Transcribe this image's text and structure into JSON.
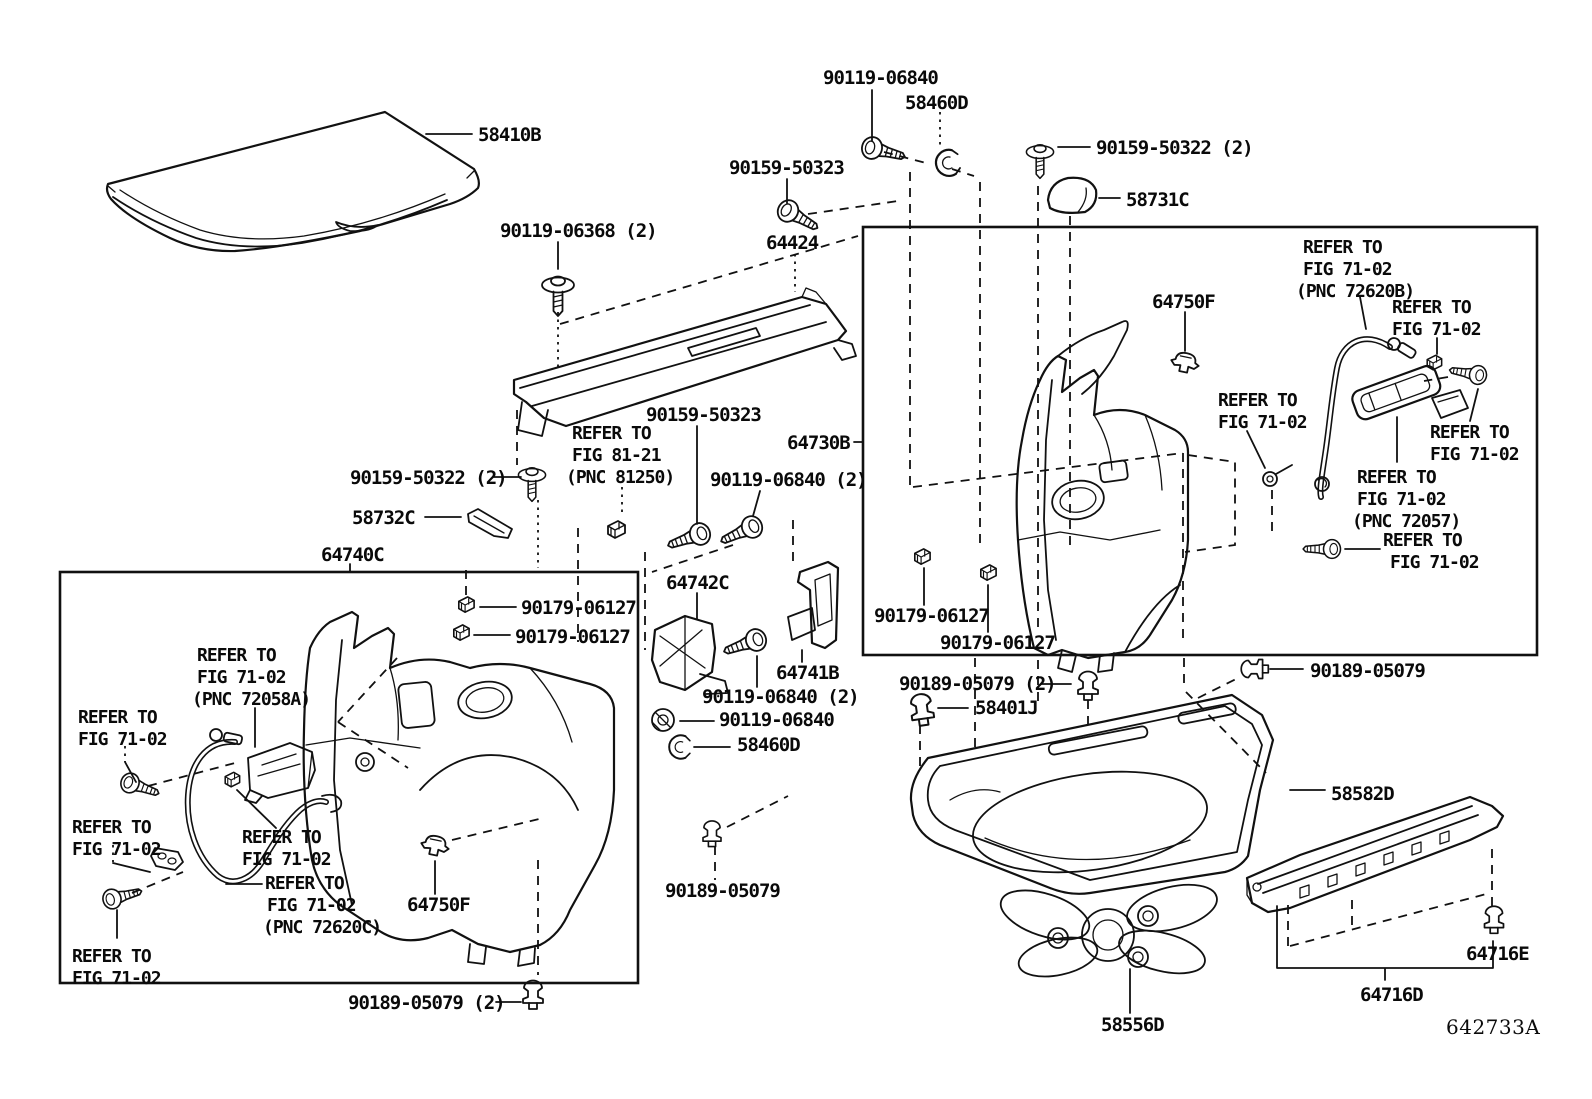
{
  "diagram": {
    "title": "Deck board and deck trim cover parts diagram",
    "figure_code": "642733A",
    "labels": {
      "p58410B": "58410B",
      "p90119_06840": "90119-06840",
      "p58460D": "58460D",
      "p90159_50322_2": "90159-50322 (2)",
      "p58731C": "58731C",
      "p90159_50323": "90159-50323",
      "p64424": "64424",
      "p90119_06368_2": "90119-06368 (2)",
      "p64750F": "64750F",
      "p64730B": "64730B",
      "p90119_06840_2": "90119-06840 (2)",
      "p58732C": "58732C",
      "p64740C": "64740C",
      "p90179_06127": "90179-06127",
      "p64742C": "64742C",
      "p64741B": "64741B",
      "p90189_05079_2": "90189-05079 (2)",
      "p58401J": "58401J",
      "p90189_05079": "90189-05079",
      "p58582D": "58582D",
      "p64716E": "64716E",
      "p64716D": "64716D",
      "p58556D": "58556D",
      "refer_to": "REFER TO",
      "fig_71_02": "FIG 71-02",
      "fig_81_21": "FIG 81-21",
      "pnc_72620B": "(PNC 72620B)",
      "pnc_72057": "(PNC 72057)",
      "pnc_72058A": "(PNC 72058A)",
      "pnc_72620C": "(PNC 72620C)",
      "pnc_81250": "(PNC 81250)"
    }
  }
}
